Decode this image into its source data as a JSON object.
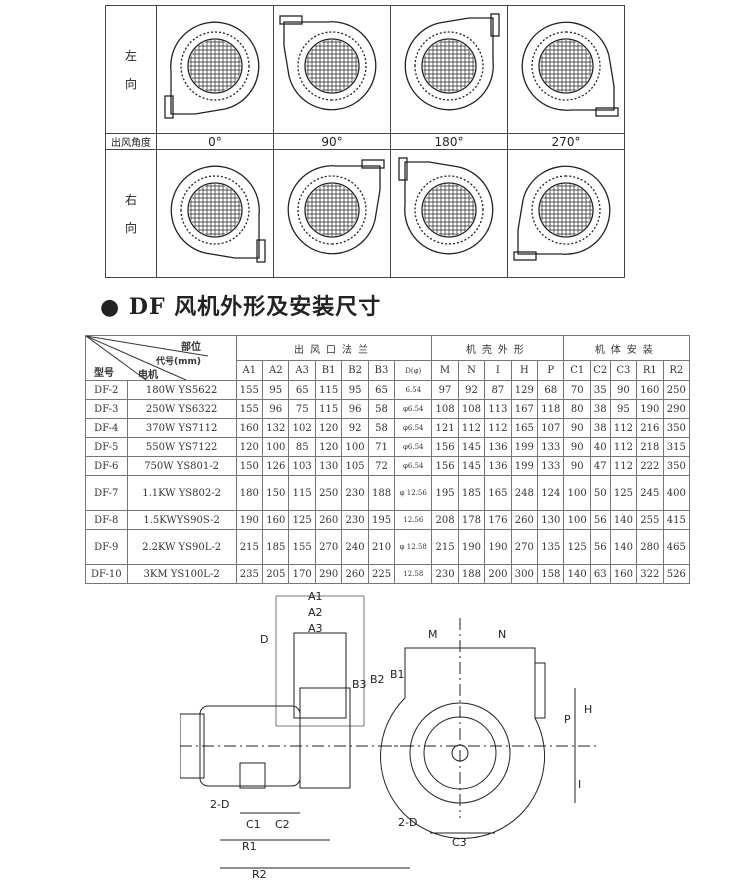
{
  "direction_table": {
    "left_label": "左\n向",
    "right_label": "右\n向",
    "angle_header": "出风角度",
    "angles": [
      "0°",
      "90°",
      "180°",
      "270°"
    ]
  },
  "heading": {
    "bullet": "●",
    "title": "DF 风机外形及安装尺寸"
  },
  "spec_table": {
    "corner": {
      "part": "部位",
      "code": "代号(mm)",
      "model": "型号",
      "motor": "电机"
    },
    "groups": [
      "出风口法兰",
      "机壳外形",
      "机体安装"
    ],
    "columns": [
      "A1",
      "A2",
      "A3",
      "B1",
      "B2",
      "B3",
      "D(φ)",
      "M",
      "N",
      "I",
      "H",
      "P",
      "C1",
      "C2",
      "C3",
      "R1",
      "R2"
    ],
    "rows": [
      {
        "model": "DF-2",
        "motor": "180W YS5622",
        "values": [
          "155",
          "95",
          "65",
          "115",
          "95",
          "65",
          "6.54",
          "97",
          "92",
          "87",
          "129",
          "68",
          "70",
          "35",
          "90",
          "160",
          "250"
        ]
      },
      {
        "model": "DF-3",
        "motor": "250W YS6322",
        "values": [
          "155",
          "96",
          "75",
          "115",
          "96",
          "58",
          "φ6.54",
          "108",
          "108",
          "113",
          "167",
          "118",
          "80",
          "38",
          "95",
          "190",
          "290"
        ]
      },
      {
        "model": "DF-4",
        "motor": "370W YS7112",
        "values": [
          "160",
          "132",
          "102",
          "120",
          "92",
          "58",
          "φ6.54",
          "121",
          "112",
          "112",
          "165",
          "107",
          "90",
          "38",
          "112",
          "216",
          "350"
        ]
      },
      {
        "model": "DF-5",
        "motor": "550W YS7122",
        "values": [
          "120",
          "100",
          "85",
          "120",
          "100",
          "71",
          "φ6.54",
          "156",
          "145",
          "136",
          "199",
          "133",
          "90",
          "40",
          "112",
          "218",
          "315"
        ]
      },
      {
        "model": "DF-6",
        "motor": "750W YS801-2",
        "values": [
          "150",
          "126",
          "103",
          "130",
          "105",
          "72",
          "φ6.54",
          "156",
          "145",
          "136",
          "199",
          "133",
          "90",
          "47",
          "112",
          "222",
          "350"
        ]
      },
      {
        "model": "DF-7",
        "motor": "1.1KW YS802-2",
        "values": [
          "180",
          "150",
          "115",
          "250",
          "230",
          "188",
          "φ 12.56",
          "195",
          "185",
          "165",
          "248",
          "124",
          "100",
          "50",
          "125",
          "245",
          "400"
        ]
      },
      {
        "model": "DF-8",
        "motor": "1.5KWYS90S-2",
        "values": [
          "190",
          "160",
          "125",
          "260",
          "230",
          "195",
          "12.56",
          "208",
          "178",
          "176",
          "260",
          "130",
          "100",
          "56",
          "140",
          "255",
          "415"
        ]
      },
      {
        "model": "DF-9",
        "motor": "2.2KW YS90L-2",
        "values": [
          "215",
          "185",
          "155",
          "270",
          "240",
          "210",
          "φ 12.58",
          "215",
          "190",
          "190",
          "270",
          "135",
          "125",
          "56",
          "140",
          "280",
          "465"
        ]
      },
      {
        "model": "DF-10",
        "motor": "3KM YS100L-2",
        "values": [
          "235",
          "205",
          "170",
          "290",
          "260",
          "225",
          "12.58",
          "230",
          "188",
          "200",
          "300",
          "158",
          "140",
          "63",
          "160",
          "322",
          "526"
        ]
      }
    ]
  },
  "drawing_labels": {
    "A1": "A1",
    "A2": "A2",
    "A3": "A3",
    "D": "D",
    "B1": "B1",
    "B2": "B2",
    "B3": "B3",
    "twoD_left": "2-D",
    "C1": "C1",
    "C2": "C2",
    "R1": "R1",
    "R2": "R2",
    "M": "M",
    "N": "N",
    "P": "P",
    "H": "H",
    "I": "I",
    "twoD_right": "2-D",
    "C3": "C3"
  }
}
